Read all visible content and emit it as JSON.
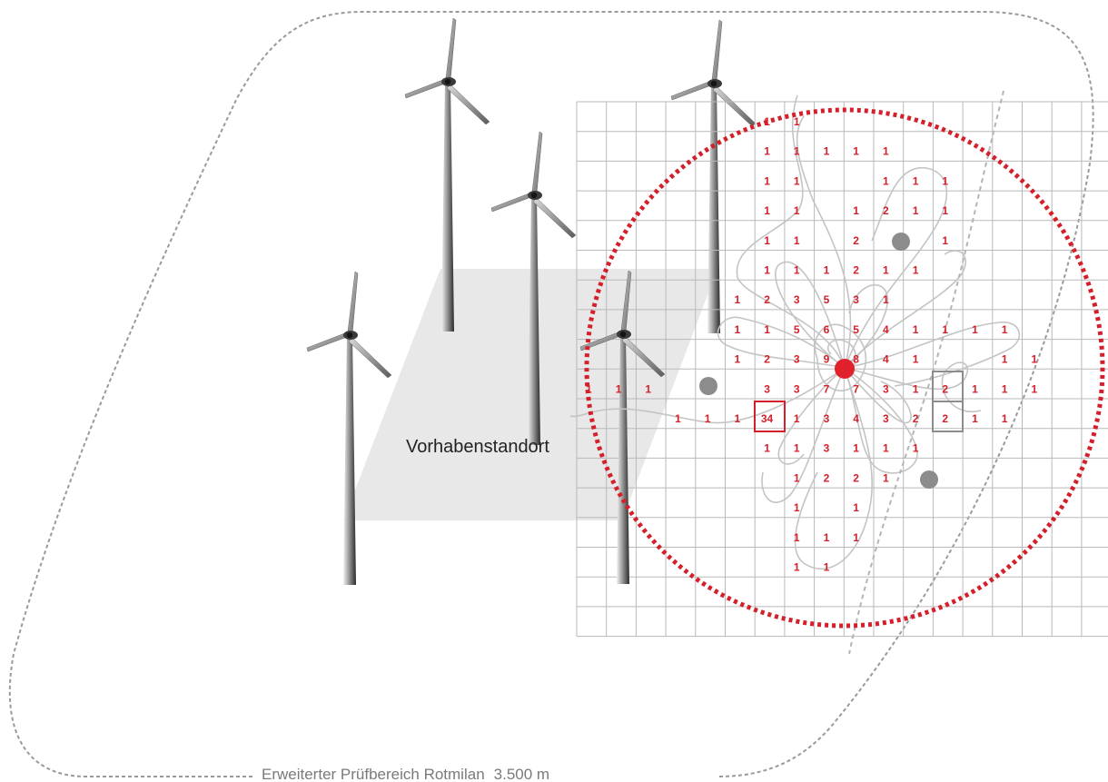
{
  "labels": {
    "site": "Vorhabenstandort",
    "range": "Erweiterter Prüfbereich Rotmilan",
    "range_distance": "3.500 m"
  },
  "colors": {
    "nest_area_circle": "#d4202a",
    "nest": "#e0202a",
    "count_text": "#d4202a",
    "site_area": "#e8e8e8",
    "other_nests": "#8c8c8c",
    "grid": "#b9b9b9",
    "flight_tracks": "#c4c4c4",
    "range_outline": "#9a9a9a"
  },
  "icons": [
    "wind-turbine-icon",
    "red-kite-nest-icon",
    "other-nest-icon"
  ],
  "grid": {
    "rows": 18,
    "cols": 18
  },
  "cell_counts": [
    {
      "row": 0,
      "col": 6,
      "value": "1"
    },
    {
      "row": 0,
      "col": 7,
      "value": "1"
    },
    {
      "row": 1,
      "col": 6,
      "value": "1"
    },
    {
      "row": 1,
      "col": 7,
      "value": "1"
    },
    {
      "row": 1,
      "col": 8,
      "value": "1"
    },
    {
      "row": 1,
      "col": 9,
      "value": "1"
    },
    {
      "row": 1,
      "col": 10,
      "value": "1"
    },
    {
      "row": 2,
      "col": 6,
      "value": "1"
    },
    {
      "row": 2,
      "col": 7,
      "value": "1"
    },
    {
      "row": 2,
      "col": 10,
      "value": "1"
    },
    {
      "row": 2,
      "col": 11,
      "value": "1"
    },
    {
      "row": 2,
      "col": 12,
      "value": "1"
    },
    {
      "row": 3,
      "col": 6,
      "value": "1"
    },
    {
      "row": 3,
      "col": 7,
      "value": "1"
    },
    {
      "row": 3,
      "col": 9,
      "value": "1"
    },
    {
      "row": 3,
      "col": 10,
      "value": "2"
    },
    {
      "row": 3,
      "col": 11,
      "value": "1"
    },
    {
      "row": 3,
      "col": 12,
      "value": "1"
    },
    {
      "row": 4,
      "col": 6,
      "value": "1"
    },
    {
      "row": 4,
      "col": 7,
      "value": "1"
    },
    {
      "row": 4,
      "col": 9,
      "value": "2"
    },
    {
      "row": 4,
      "col": 12,
      "value": "1"
    },
    {
      "row": 5,
      "col": 6,
      "value": "1"
    },
    {
      "row": 5,
      "col": 7,
      "value": "1"
    },
    {
      "row": 5,
      "col": 8,
      "value": "1"
    },
    {
      "row": 5,
      "col": 9,
      "value": "2"
    },
    {
      "row": 5,
      "col": 10,
      "value": "1"
    },
    {
      "row": 5,
      "col": 11,
      "value": "1"
    },
    {
      "row": 6,
      "col": 5,
      "value": "1"
    },
    {
      "row": 6,
      "col": 6,
      "value": "2"
    },
    {
      "row": 6,
      "col": 7,
      "value": "3"
    },
    {
      "row": 6,
      "col": 8,
      "value": "5"
    },
    {
      "row": 6,
      "col": 9,
      "value": "3"
    },
    {
      "row": 6,
      "col": 10,
      "value": "1"
    },
    {
      "row": 7,
      "col": 5,
      "value": "1"
    },
    {
      "row": 7,
      "col": 6,
      "value": "1"
    },
    {
      "row": 7,
      "col": 7,
      "value": "5"
    },
    {
      "row": 7,
      "col": 8,
      "value": "6"
    },
    {
      "row": 7,
      "col": 9,
      "value": "5"
    },
    {
      "row": 7,
      "col": 10,
      "value": "4"
    },
    {
      "row": 7,
      "col": 11,
      "value": "1"
    },
    {
      "row": 7,
      "col": 12,
      "value": "1"
    },
    {
      "row": 7,
      "col": 13,
      "value": "1"
    },
    {
      "row": 7,
      "col": 14,
      "value": "1"
    },
    {
      "row": 8,
      "col": 5,
      "value": "1"
    },
    {
      "row": 8,
      "col": 6,
      "value": "2"
    },
    {
      "row": 8,
      "col": 7,
      "value": "3"
    },
    {
      "row": 8,
      "col": 8,
      "value": "9"
    },
    {
      "row": 8,
      "col": 9,
      "value": "8"
    },
    {
      "row": 8,
      "col": 10,
      "value": "4"
    },
    {
      "row": 8,
      "col": 11,
      "value": "1"
    },
    {
      "row": 8,
      "col": 14,
      "value": "1"
    },
    {
      "row": 8,
      "col": 15,
      "value": "1"
    },
    {
      "row": 9,
      "col": 0,
      "value": "1"
    },
    {
      "row": 9,
      "col": 1,
      "value": "1"
    },
    {
      "row": 9,
      "col": 2,
      "value": "1"
    },
    {
      "row": 9,
      "col": 6,
      "value": "3"
    },
    {
      "row": 9,
      "col": 7,
      "value": "3"
    },
    {
      "row": 9,
      "col": 8,
      "value": "7"
    },
    {
      "row": 9,
      "col": 9,
      "value": "7"
    },
    {
      "row": 9,
      "col": 10,
      "value": "3"
    },
    {
      "row": 9,
      "col": 11,
      "value": "1"
    },
    {
      "row": 9,
      "col": 12,
      "value": "2"
    },
    {
      "row": 9,
      "col": 13,
      "value": "1"
    },
    {
      "row": 9,
      "col": 14,
      "value": "1"
    },
    {
      "row": 9,
      "col": 15,
      "value": "1"
    },
    {
      "row": 10,
      "col": 3,
      "value": "1"
    },
    {
      "row": 10,
      "col": 4,
      "value": "1"
    },
    {
      "row": 10,
      "col": 5,
      "value": "1"
    },
    {
      "row": 10,
      "col": 6,
      "value": "34"
    },
    {
      "row": 10,
      "col": 7,
      "value": "1"
    },
    {
      "row": 10,
      "col": 8,
      "value": "3"
    },
    {
      "row": 10,
      "col": 9,
      "value": "4"
    },
    {
      "row": 10,
      "col": 10,
      "value": "3"
    },
    {
      "row": 10,
      "col": 11,
      "value": "2"
    },
    {
      "row": 10,
      "col": 12,
      "value": "2"
    },
    {
      "row": 10,
      "col": 13,
      "value": "1"
    },
    {
      "row": 10,
      "col": 14,
      "value": "1"
    },
    {
      "row": 11,
      "col": 6,
      "value": "1"
    },
    {
      "row": 11,
      "col": 7,
      "value": "1"
    },
    {
      "row": 11,
      "col": 8,
      "value": "3"
    },
    {
      "row": 11,
      "col": 9,
      "value": "1"
    },
    {
      "row": 11,
      "col": 10,
      "value": "1"
    },
    {
      "row": 11,
      "col": 11,
      "value": "1"
    },
    {
      "row": 12,
      "col": 7,
      "value": "1"
    },
    {
      "row": 12,
      "col": 8,
      "value": "2"
    },
    {
      "row": 12,
      "col": 9,
      "value": "2"
    },
    {
      "row": 12,
      "col": 10,
      "value": "1"
    },
    {
      "row": 13,
      "col": 7,
      "value": "1"
    },
    {
      "row": 13,
      "col": 9,
      "value": "1"
    },
    {
      "row": 14,
      "col": 7,
      "value": "1"
    },
    {
      "row": 14,
      "col": 8,
      "value": "1"
    },
    {
      "row": 14,
      "col": 9,
      "value": "1"
    },
    {
      "row": 15,
      "col": 7,
      "value": "1"
    },
    {
      "row": 15,
      "col": 8,
      "value": "1"
    }
  ]
}
